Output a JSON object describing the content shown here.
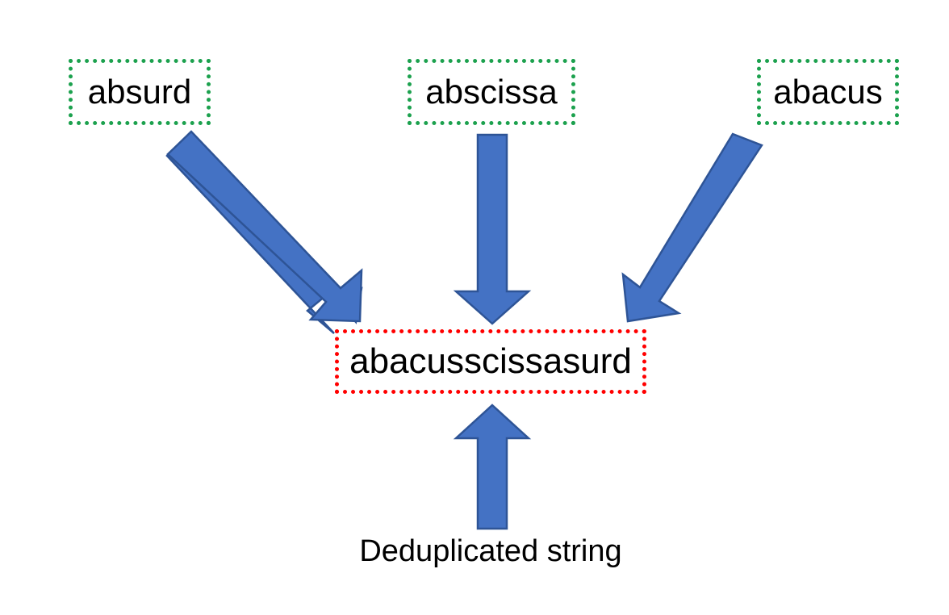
{
  "diagram": {
    "title": "String deduplication merge diagram",
    "background_color": "#FFFFFF",
    "source_border_color": "#1CA14E",
    "result_border_color": "#FF0000",
    "arrow_fill_color": "#4472C4",
    "arrow_outline_color": "#2E5496",
    "text_color": "#000000"
  },
  "sources": [
    {
      "id": "source-absurd",
      "label": "absurd"
    },
    {
      "id": "source-abscissa",
      "label": "abscissa"
    },
    {
      "id": "source-abacus",
      "label": "abacus"
    }
  ],
  "result": {
    "label": "abacusscissasurd"
  },
  "caption": {
    "label": "Deduplicated string"
  },
  "arrows": [
    {
      "id": "arrow-absurd-to-result",
      "direction": "down-right",
      "from": "source-absurd",
      "to": "result"
    },
    {
      "id": "arrow-abscissa-to-result",
      "direction": "down",
      "from": "source-abscissa",
      "to": "result"
    },
    {
      "id": "arrow-abacus-to-result",
      "direction": "down-left",
      "from": "source-abacus",
      "to": "result"
    },
    {
      "id": "arrow-caption-to-result",
      "direction": "up",
      "from": "caption",
      "to": "result"
    }
  ]
}
